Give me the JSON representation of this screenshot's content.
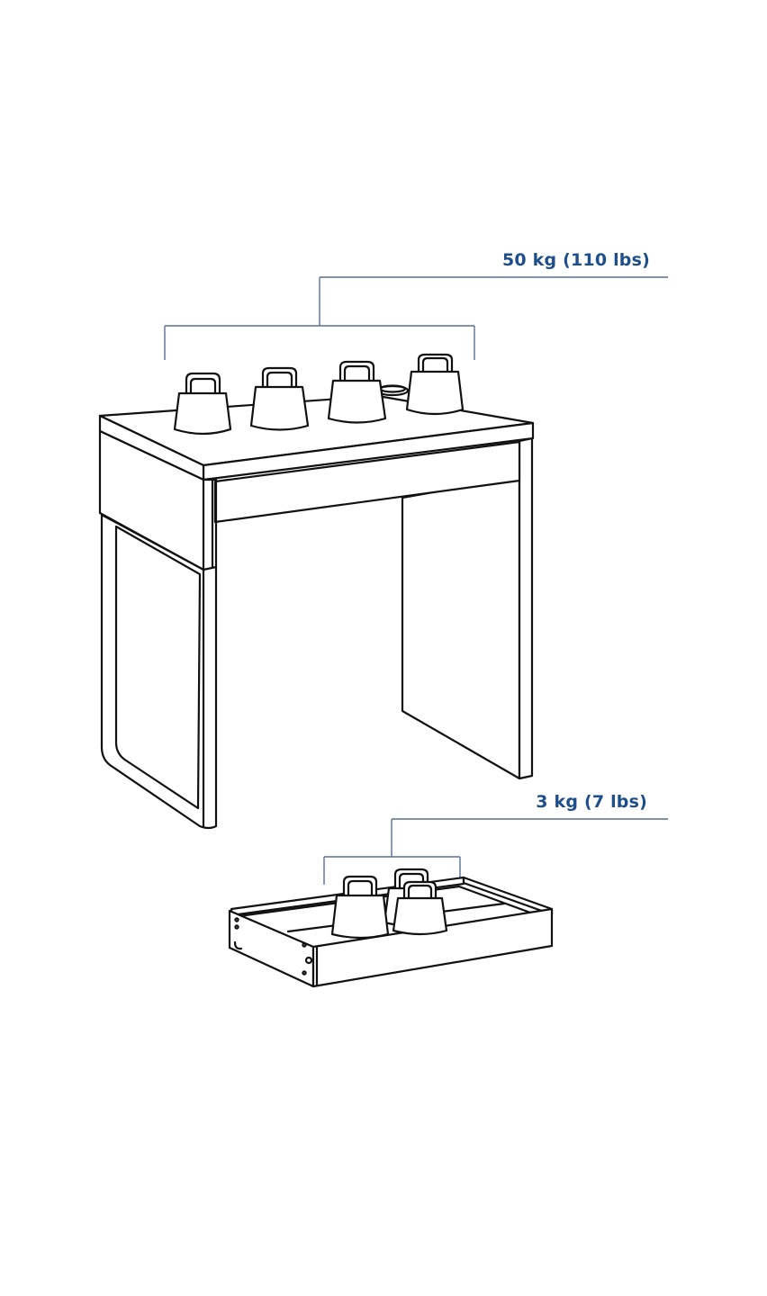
{
  "diagram": {
    "subject": "desk with drawer load capacity",
    "labels": {
      "desk_load": "50 kg (110 lbs)",
      "drawer_load": "3 kg (7 lbs)"
    },
    "colors": {
      "label_text": "#1f4e8c",
      "bracket_line": "#5a6e96",
      "drawing_line": "#111111",
      "background": "#ffffff"
    },
    "components": [
      {
        "name": "desk",
        "weights_shown": 4,
        "load": "50 kg (110 lbs)"
      },
      {
        "name": "drawer",
        "weights_shown": 3,
        "load": "3 kg (7 lbs)"
      }
    ]
  }
}
